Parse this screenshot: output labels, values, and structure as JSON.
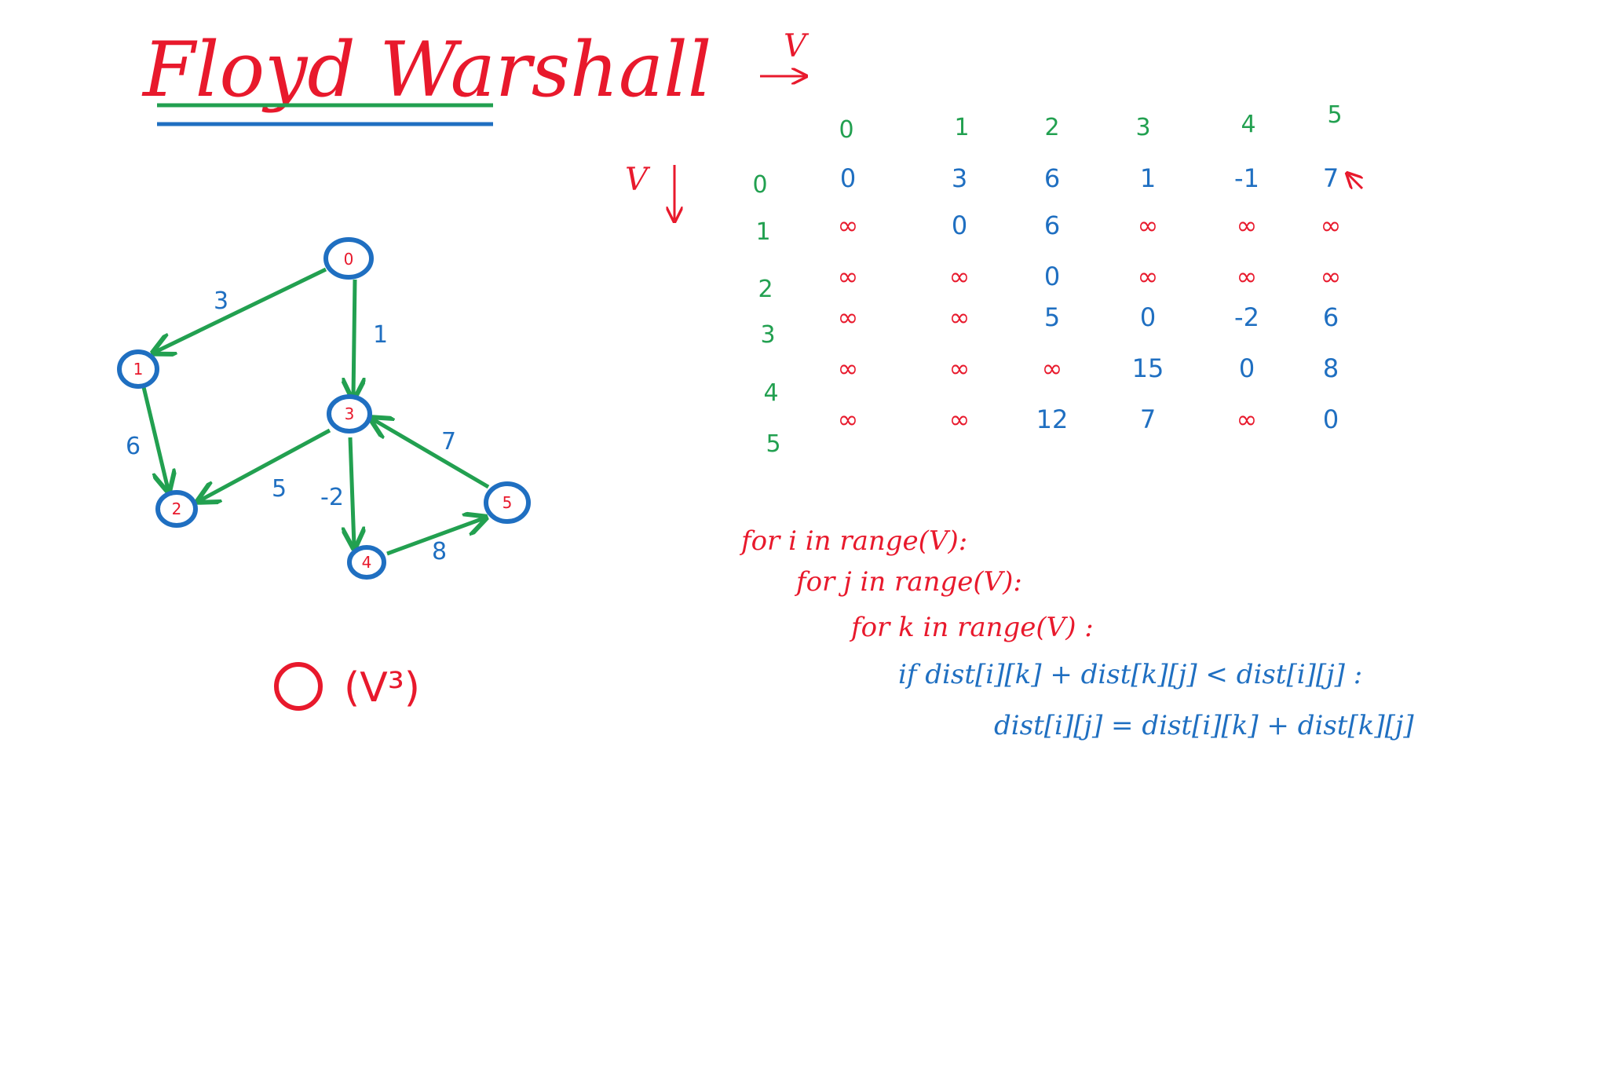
{
  "title": "Floyd Warshall",
  "colors": {
    "red": "#e8192c",
    "blue": "#1f6fc1",
    "green": "#22a050"
  },
  "graph": {
    "nodes": [
      "0",
      "1",
      "2",
      "3",
      "4",
      "5"
    ],
    "edges": [
      {
        "from": "0",
        "to": "1",
        "weight": "3"
      },
      {
        "from": "0",
        "to": "3",
        "weight": "1"
      },
      {
        "from": "1",
        "to": "2",
        "weight": "6"
      },
      {
        "from": "3",
        "to": "2",
        "weight": "5"
      },
      {
        "from": "3",
        "to": "4",
        "weight": "-2"
      },
      {
        "from": "4",
        "to": "5",
        "weight": "8"
      },
      {
        "from": "5",
        "to": "3",
        "weight": "7"
      }
    ]
  },
  "matrix": {
    "col_axis": "V",
    "row_axis": "V",
    "col_headers": [
      "0",
      "1",
      "2",
      "3",
      "4",
      "5"
    ],
    "row_headers": [
      "0",
      "1",
      "2",
      "3",
      "4",
      "5"
    ],
    "rows": [
      [
        "0",
        "3",
        "6",
        "1",
        "-1",
        "7"
      ],
      [
        "∞",
        "0",
        "6",
        "∞",
        "∞",
        "∞"
      ],
      [
        "∞",
        "∞",
        "0",
        "∞",
        "∞",
        "∞"
      ],
      [
        "∞",
        "∞",
        "5",
        "0",
        "-2",
        "6"
      ],
      [
        "∞",
        "∞",
        "∞",
        "15",
        "0",
        "8"
      ],
      [
        "∞",
        "∞",
        "12",
        "7",
        "∞",
        "0"
      ]
    ]
  },
  "complexity": {
    "o": "O",
    "expr": "(V³)"
  },
  "code": {
    "line1": "for i in range(V):",
    "line2": "for j in range(V):",
    "line3": "for k in range(V) :",
    "line4": "if dist[i][k] + dist[k][j] < dist[i][j] :",
    "line5": "dist[i][j] = dist[i][k] + dist[k][j]"
  }
}
